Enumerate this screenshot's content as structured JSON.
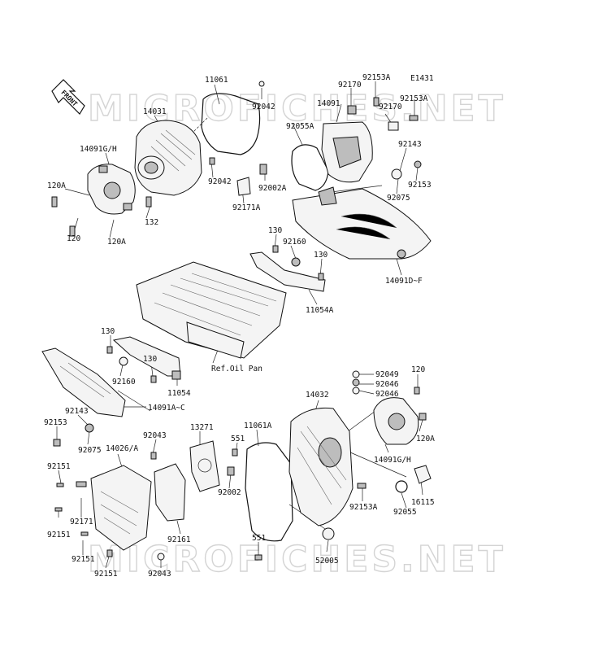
{
  "diagram": {
    "code": "E1431",
    "front_label": "FRONT",
    "watermark": "MICROFICHES.NET",
    "labels": [
      "11061",
      "92042",
      "14031",
      "14091G/H",
      "120A",
      "120",
      "120A",
      "132",
      "92042",
      "92002A",
      "92171A",
      "92170",
      "92153A",
      "14091",
      "92170",
      "92153A",
      "92055A",
      "92143",
      "92153",
      "92075",
      "130",
      "92160",
      "130",
      "14091D~F",
      "11054A",
      "130",
      "130",
      "92160",
      "11054",
      "Ref.Oil Pan",
      "92143",
      "14091A~C",
      "92153",
      "92075",
      "14026/A",
      "92043",
      "13271",
      "11061A",
      "551",
      "92002",
      "92151",
      "92171",
      "92151",
      "92161",
      "92151",
      "92151",
      "92043",
      "551",
      "14032",
      "92049",
      "92046",
      "92046",
      "120",
      "120A",
      "14091G/H",
      "92153A",
      "16115",
      "92055",
      "52005"
    ]
  }
}
